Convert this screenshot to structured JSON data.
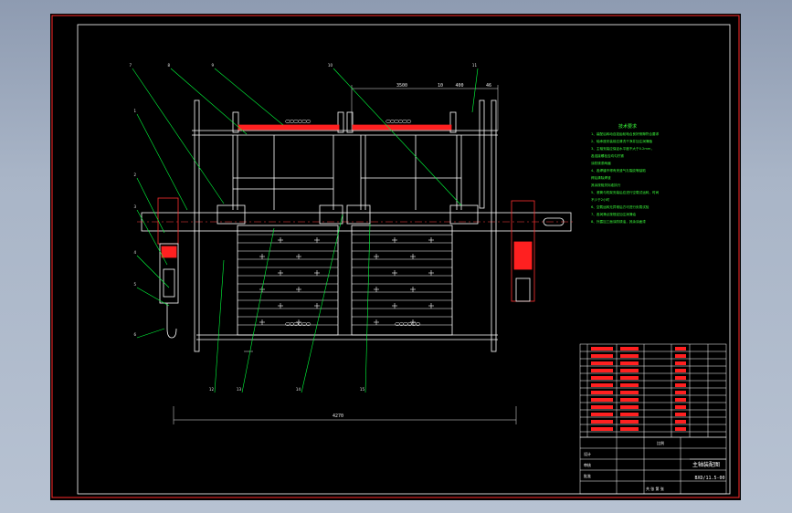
{
  "viewport": {
    "background": "#000000",
    "frame_color": "#ff2a2a"
  },
  "colors": {
    "structure": "#ffffff",
    "leader": "#00ff3c",
    "dimension": "#e6e6e6",
    "red": "#ff2020",
    "yellow": "#ffff00",
    "cyan": "#00ffff",
    "magenta": "#ff00ff",
    "notes": "#3cff3c"
  },
  "dimensions": {
    "overall_width": "4270",
    "top_span": "3500",
    "top_small_a": "10",
    "top_small_b": "400",
    "top_small_c": "46"
  },
  "callouts": [
    "1",
    "2",
    "3",
    "4",
    "5",
    "6",
    "7",
    "8",
    "9",
    "10",
    "11",
    "12",
    "13",
    "14",
    "15"
  ],
  "notes": {
    "title": "技术要求",
    "lines": [
      "1、装配后转动自如齿轮啮合良好侧隙符合要求",
      "2、轴承座安装前应清洗干净并加注润滑脂",
      "3、主轴安装应保证水平度不大于0.2mm，",
      "   各连接螺栓应均匀拧紧",
      "   涂防锈漆两遍",
      "4、各焊缝不得有夹渣气孔裂纹等缺陷",
      "   焊后清除焊渣",
      "   其余按相关标准执行",
      "5、滚筒与机架安装后应进行空载试运转，时间",
      "   不少于2小时",
      "6、空载运转无异常后方可进行负载试验",
      "7、各润滑点按规定加注润滑油",
      "8、外露加工面涂防锈油，其余涂面漆"
    ]
  },
  "title_block": {
    "drawing_name": "主轴装配图",
    "drawing_number": "BXD/11.5-00",
    "scale_label": "比例",
    "sheet_label": "共 张 第 张",
    "design_label": "设计",
    "check_label": "审核",
    "approve_label": "批准"
  }
}
